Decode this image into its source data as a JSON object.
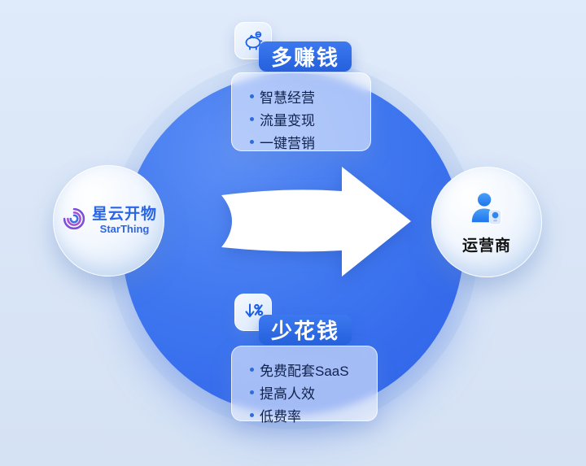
{
  "brand": {
    "name_cn": "星云开物",
    "name_en": "StarThing"
  },
  "operator": {
    "label": "运营商"
  },
  "benefits": {
    "top": {
      "title": "多赚钱",
      "icon": "piggy-bank-icon",
      "items": [
        "智慧经营",
        "流量变现",
        "一键营销"
      ]
    },
    "bottom": {
      "title": "少花钱",
      "icon": "discount-down-icon",
      "items": [
        "免费配套SaaS",
        "提高人效",
        "低费率"
      ]
    }
  },
  "colors": {
    "background": "#d9e5f5",
    "center_circle": "#3a70ee",
    "badge_blue": "#2e6ae1",
    "item_text": "#10224e",
    "brand_blue": "#2b66e8"
  }
}
